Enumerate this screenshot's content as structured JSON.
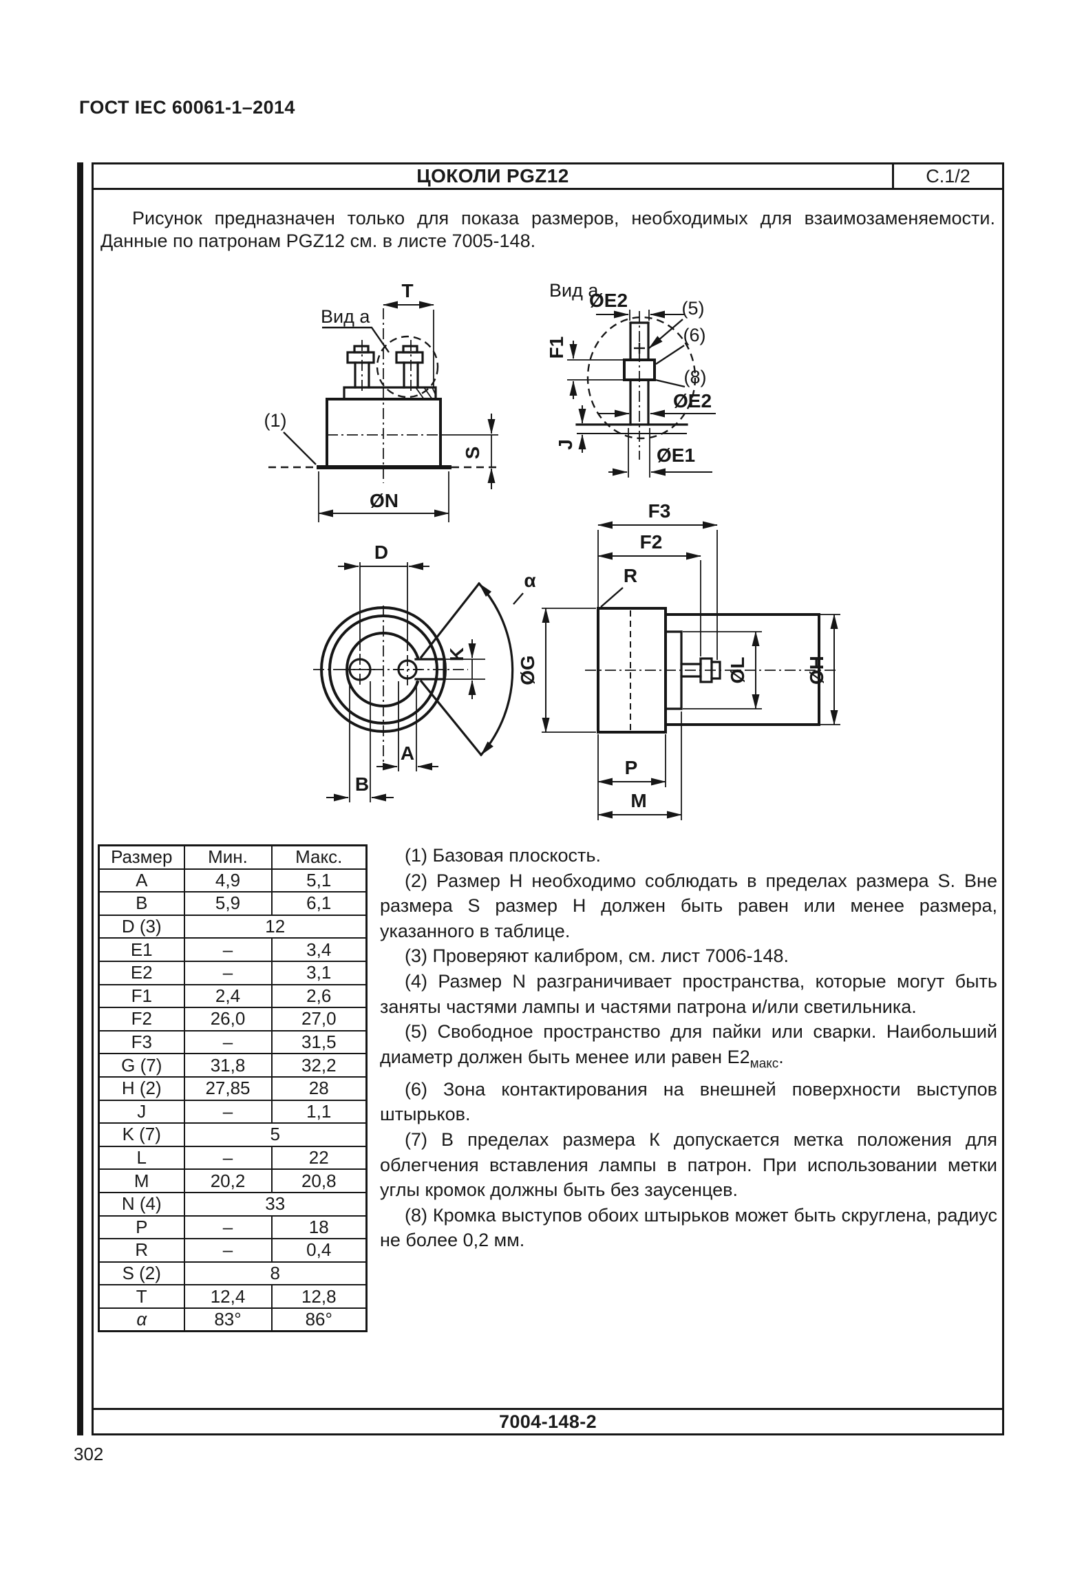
{
  "page": {
    "doc_code": "ГОСТ IEC 60061-1–2014",
    "page_number": "302"
  },
  "sheet": {
    "title": "ЦОКОЛИ PGZ12",
    "sheet_ref": "С.1/2",
    "intro": "Рисунок предназначен только для показа размеров, необходимых для взаимозаменяемости. Данные по патронам PGZ12 см. в листе 7005-148.",
    "footer_code": "7004-148-2"
  },
  "drawing": {
    "view_label": "Вид a",
    "dims": {
      "t": "T",
      "dia_n": "ØN",
      "s": "S",
      "dia_e2": "ØE2",
      "f1": "F1",
      "j": "J",
      "dia_e1": "ØE1",
      "d": "D",
      "alpha": "α",
      "k": "K",
      "a": "A",
      "b": "B",
      "f3": "F3",
      "f2": "F2",
      "r": "R",
      "dia_g": "ØG",
      "dia_l": "ØL",
      "dia_h": "ØH",
      "p": "P",
      "m": "M"
    },
    "callouts": {
      "c1": "(1)",
      "c5": "(5)",
      "c6": "(6)",
      "c8": "(8)"
    }
  },
  "table": {
    "headers": [
      "Размер",
      "Мин.",
      "Макс."
    ],
    "rows": [
      {
        "size": "A",
        "min": "4,9",
        "max": "5,1"
      },
      {
        "size": "B",
        "min": "5,9",
        "max": "6,1"
      },
      {
        "size": "D (3)",
        "value": "12",
        "merged": true
      },
      {
        "size": "E1",
        "min": "–",
        "max": "3,4"
      },
      {
        "size": "E2",
        "min": "–",
        "max": "3,1"
      },
      {
        "size": "F1",
        "min": "2,4",
        "max": "2,6"
      },
      {
        "size": "F2",
        "min": "26,0",
        "max": "27,0"
      },
      {
        "size": "F3",
        "min": "–",
        "max": "31,5"
      },
      {
        "size": "G (7)",
        "min": "31,8",
        "max": "32,2"
      },
      {
        "size": "H (2)",
        "min": "27,85",
        "max": "28"
      },
      {
        "size": "J",
        "min": "–",
        "max": "1,1"
      },
      {
        "size": "K (7)",
        "value": "5",
        "merged": true
      },
      {
        "size": "L",
        "min": "–",
        "max": "22"
      },
      {
        "size": "M",
        "min": "20,2",
        "max": "20,8"
      },
      {
        "size": "N (4)",
        "value": "33",
        "merged": true
      },
      {
        "size": "P",
        "min": "–",
        "max": "18"
      },
      {
        "size": "R",
        "min": "–",
        "max": "0,4"
      },
      {
        "size": "S (2)",
        "value": "8",
        "merged": true
      },
      {
        "size": "T",
        "min": "12,4",
        "max": "12,8"
      },
      {
        "size": "α",
        "min": "83°",
        "max": "86°"
      }
    ]
  },
  "notes": [
    {
      "text": "(1) Базовая плоскость."
    },
    {
      "text": "(2) Размер Н необходимо соблюдать в пределах размера S. Вне размера S размер Н должен быть равен или менее размера, указанного в таблице."
    },
    {
      "text": "(3) Проверяют калибром, см. лист 7006-148."
    },
    {
      "text": "(4) Размер N разграничивает пространства, которые могут быть заняты частями лампы и частями патрона и/или светильника."
    },
    {
      "text": "(5) Свободное пространство для пайки или сварки. Наибольший диаметр должен быть менее или равен Е2",
      "sub": "макс",
      "tail": "."
    },
    {
      "text": "(6) Зона контактирования на внешней поверхности выступов штырьков."
    },
    {
      "text": "(7) В пределах размера К допускается метка положения для облегчения вставления лампы в патрон. При использовании метки углы кромок должны быть без заусенцев."
    },
    {
      "text": "(8) Кромка выступов обоих штырьков может быть скруглена, радиус не более 0,2 мм."
    }
  ]
}
